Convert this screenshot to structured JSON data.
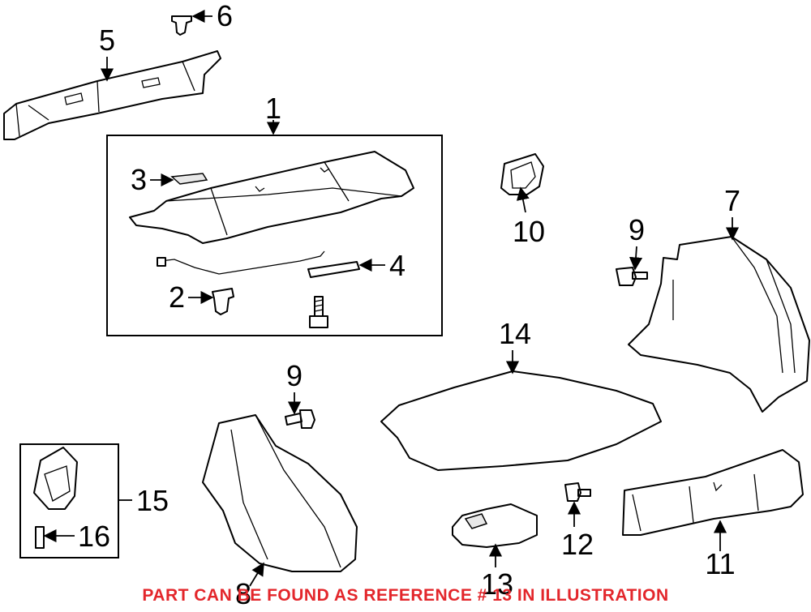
{
  "callouts": [
    {
      "id": "1",
      "label": "1"
    },
    {
      "id": "2",
      "label": "2"
    },
    {
      "id": "3",
      "label": "3"
    },
    {
      "id": "4",
      "label": "4"
    },
    {
      "id": "5",
      "label": "5"
    },
    {
      "id": "6",
      "label": "6"
    },
    {
      "id": "7",
      "label": "7"
    },
    {
      "id": "8",
      "label": "8"
    },
    {
      "id": "9a",
      "label": "9"
    },
    {
      "id": "9b",
      "label": "9"
    },
    {
      "id": "10",
      "label": "10"
    },
    {
      "id": "11",
      "label": "11"
    },
    {
      "id": "12",
      "label": "12"
    },
    {
      "id": "13",
      "label": "13"
    },
    {
      "id": "14",
      "label": "14"
    },
    {
      "id": "15",
      "label": "15"
    },
    {
      "id": "16",
      "label": "16"
    }
  ],
  "footer": {
    "note": "PART CAN BE FOUND AS REFERENCE # 13 IN ILLUSTRATION",
    "color": "#e3262b"
  },
  "colors": {
    "line": "#000000",
    "background": "#ffffff"
  }
}
